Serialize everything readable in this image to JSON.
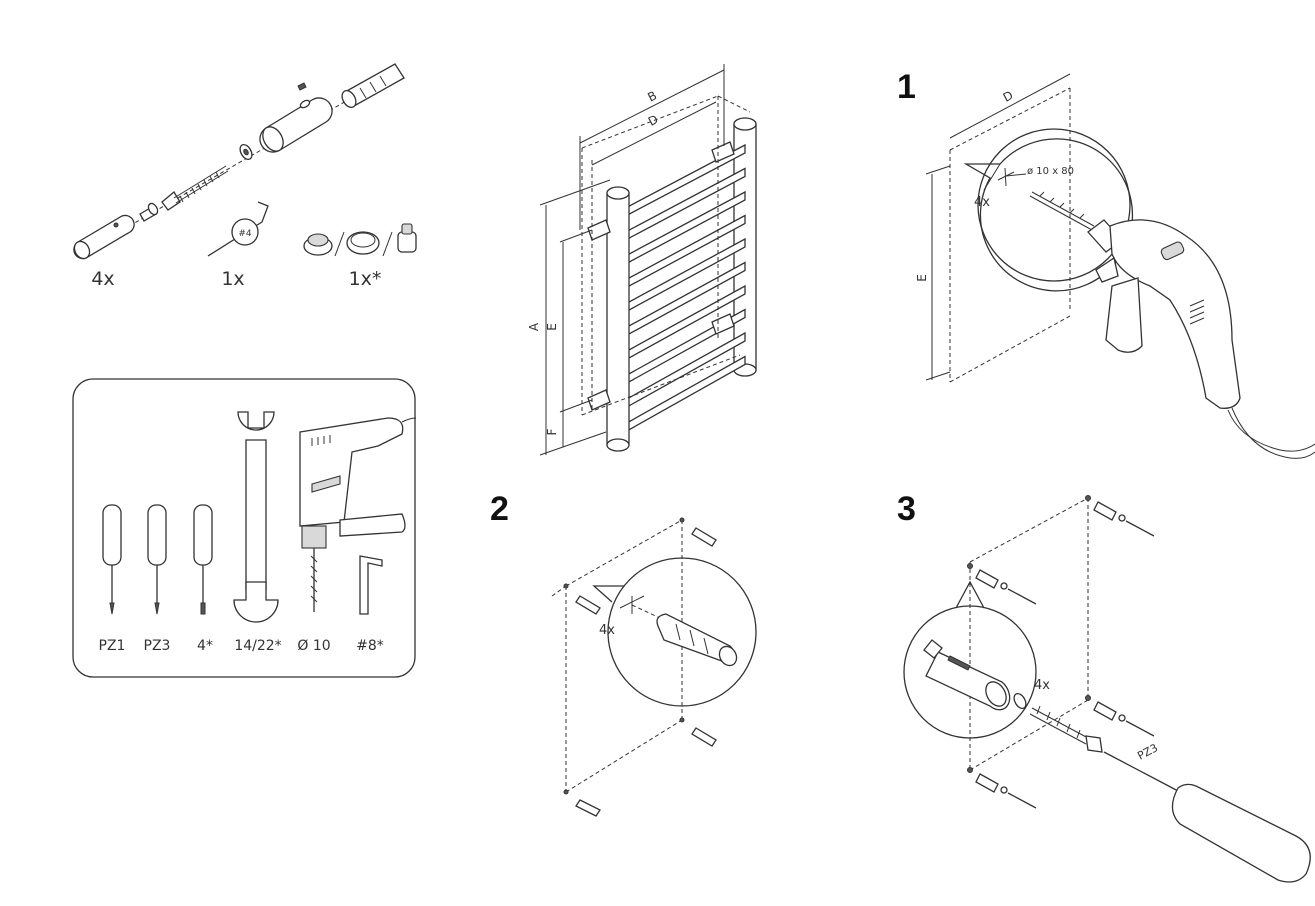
{
  "parts": {
    "q1": "4x",
    "q2": "1x",
    "q3": "1x*",
    "hex_key_label": "#4"
  },
  "tools": {
    "items": [
      {
        "label": "PZ1"
      },
      {
        "label": "PZ3"
      },
      {
        "label": "4*"
      },
      {
        "label": "14/22*"
      },
      {
        "label": "Ø 10"
      },
      {
        "label": "#8*"
      }
    ]
  },
  "dimensions": {
    "A": "A",
    "B": "B",
    "D": "D",
    "E": "E",
    "F": "F"
  },
  "step1": {
    "number": "1",
    "dim_d": "D",
    "dim_e": "E",
    "drill_spec": "ø 10 x 80",
    "count": "4x"
  },
  "step2": {
    "number": "2",
    "count": "4x"
  },
  "step3": {
    "number": "3",
    "count": "4x",
    "bit": "PZ3"
  }
}
